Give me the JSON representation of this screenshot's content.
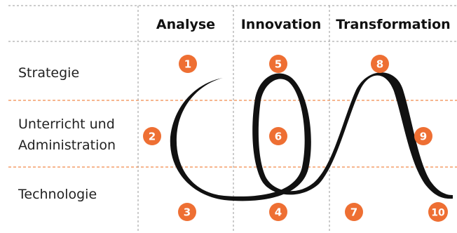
{
  "columns": [
    {
      "label": "Analyse"
    },
    {
      "label": "Innovation"
    },
    {
      "label": "Transformation"
    }
  ],
  "rows": [
    {
      "lines": [
        "Strategie"
      ]
    },
    {
      "lines": [
        "Unterricht und",
        "Administration"
      ]
    },
    {
      "lines": [
        "Technologie"
      ]
    }
  ],
  "badges": [
    "1",
    "2",
    "3",
    "4",
    "5",
    "6",
    "7",
    "8",
    "9",
    "10"
  ],
  "colors": {
    "accent": "#ee6f33",
    "ribbon": "#111111",
    "grid_gray": "#9a9a9a",
    "grid_orange": "#f08a4b"
  }
}
